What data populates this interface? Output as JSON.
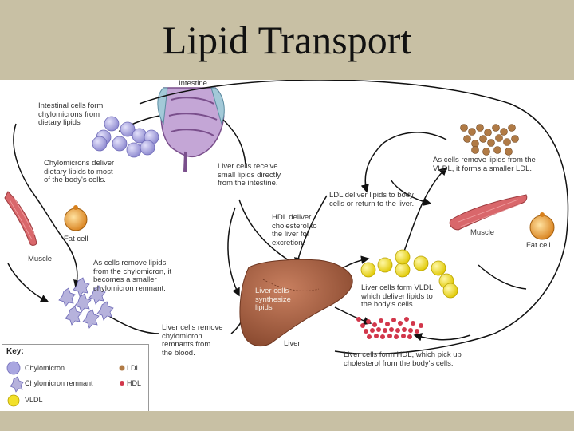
{
  "title": "Lipid Transport",
  "labels": {
    "intestine": "Intestine",
    "intestinal_cells": "Intestinal cells form\nchylomicrons from\ndietary lipids",
    "chylomicrons_deliver": "Chylomicrons deliver\ndietary lipids to most\nof the body's cells.",
    "fat_cell_left": "Fat cell",
    "muscle_left": "Muscle",
    "cells_remove_chylo": "As cells remove lipids\nfrom the chylomicron, it\nbecomes a smaller\nchylomicron remnant.",
    "liver_cells_receive": "Liver cells receive\nsmall lipids directly\nfrom the intestine.",
    "as_cells_remove_vldl": "As cells remove lipids from the\nVLDL, it forms a smaller LDL.",
    "ldl_deliver": "LDL deliver lipids to body\ncells or return to the liver.",
    "hdl_deliver": "HDL deliver\ncholesterol to\nthe liver for\nexcretion.",
    "muscle_right": "Muscle",
    "fat_cell_right": "Fat cell",
    "liver_cells_synthesize": "Liver cells\nsynthesize\nlipids",
    "liver_cells_vldl": "Liver cells form VLDL,\nwhich deliver lipids to\nthe body's cells.",
    "liver": "Liver",
    "liver_cells_remove": "Liver cells remove\nchylomicron\nremnants from\nthe blood.",
    "liver_cells_hdl": "Liver cells form HDL, which pick up\ncholesterol from the body's cells."
  },
  "key": {
    "title": "Key:",
    "chylomicron": "Chylomicron",
    "chylomicron_remnant": "Chylomicron remnant",
    "vldl": "VLDL",
    "ldl": "LDL",
    "hdl": "HDL"
  },
  "colors": {
    "chylomicron": "#a9a6e0",
    "vldl": "#f2e02a",
    "ldl": "#b07a45",
    "hdl": "#d2374b",
    "liver": "#a0603f",
    "muscle": "#d9676b",
    "fat_cell": "#e9a24a",
    "intestine": "#b78ac4"
  }
}
